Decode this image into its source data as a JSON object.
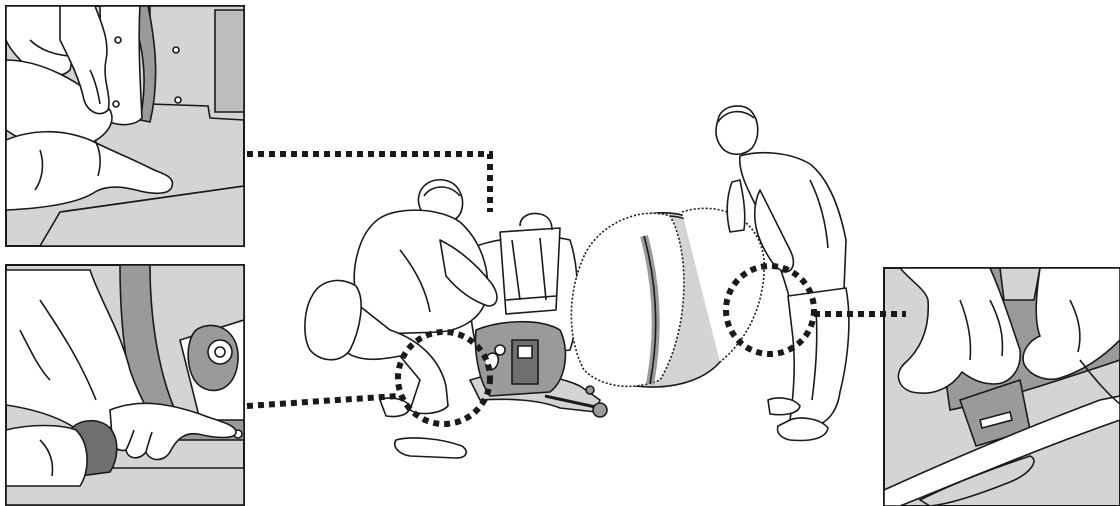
{
  "figure": {
    "description_free": true,
    "panels": [
      {
        "id": "detail-top-left"
      },
      {
        "id": "detail-bottom-left"
      },
      {
        "id": "detail-right"
      }
    ],
    "callouts": [
      {
        "from": "detail-top-left",
        "to": "chair-top-latch"
      },
      {
        "from": "detail-bottom-left",
        "to": "hinge-circle"
      },
      {
        "from": "detail-right",
        "to": "lid-latch-circle"
      }
    ],
    "colors": {
      "line": "#1a1a1a",
      "panel_fill": "#d4d4d4",
      "panel_dark": "#9a9a9a",
      "white": "#ffffff"
    }
  }
}
